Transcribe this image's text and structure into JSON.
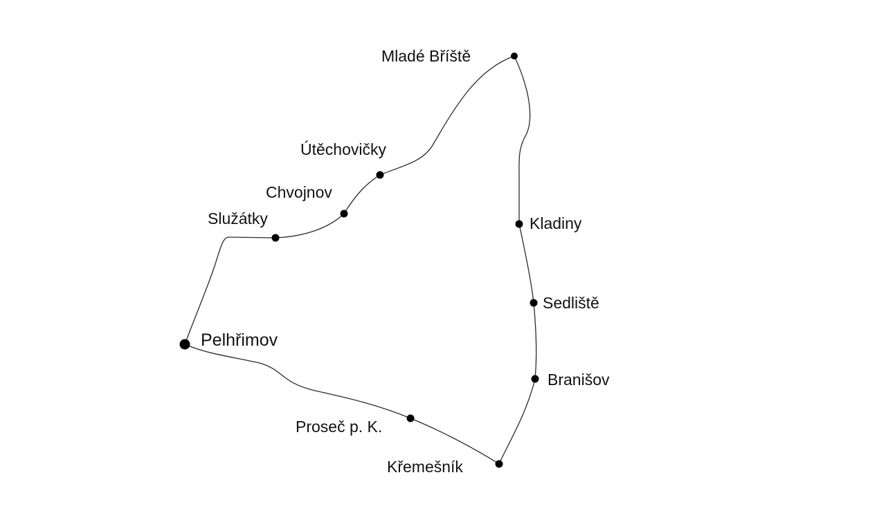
{
  "map": {
    "route_color": "#2a2a2a",
    "marker_color": "#000000",
    "towns": [
      {
        "id": "mlade-bristE",
        "name": "Mladé Bříště",
        "major": false
      },
      {
        "id": "utechovicky",
        "name": "Útěchovičky",
        "major": false
      },
      {
        "id": "chvojnov",
        "name": "Chvojnov",
        "major": false
      },
      {
        "id": "sluzatky",
        "name": "Služátky",
        "major": false
      },
      {
        "id": "pelhrimov",
        "name": "Pelhřimov",
        "major": true
      },
      {
        "id": "prosec",
        "name": "Proseč p. K.",
        "major": false
      },
      {
        "id": "kremesnik",
        "name": "Křemešník",
        "major": false
      },
      {
        "id": "branisov",
        "name": "Branišov",
        "major": false
      },
      {
        "id": "sedliste",
        "name": "Sedliště",
        "major": false
      },
      {
        "id": "kladiny",
        "name": "Kladiny",
        "major": false
      }
    ]
  }
}
